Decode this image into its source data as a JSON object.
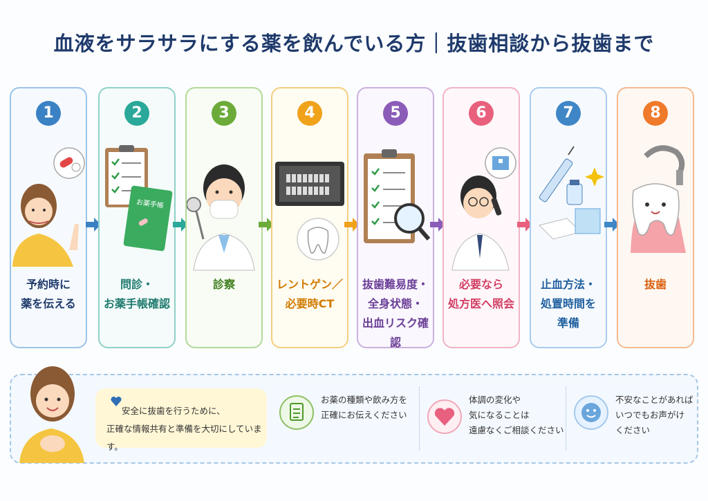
{
  "title": "血液をサラサラにする薬を飲んでいる方｜抜歯相談から抜歯まで",
  "steps": [
    {
      "num": "1",
      "lines": [
        "予約時に",
        "薬を伝える"
      ],
      "color": "#3b82c4"
    },
    {
      "num": "2",
      "lines": [
        "問診・",
        "お薬手帳確認"
      ],
      "color": "#2aa89a"
    },
    {
      "num": "3",
      "lines": [
        "診察"
      ],
      "color": "#6cab3a"
    },
    {
      "num": "4",
      "lines": [
        "レントゲン／",
        "必要時CT"
      ],
      "color": "#f0a21b"
    },
    {
      "num": "5",
      "lines": [
        "抜歯難易度・",
        "全身状態・",
        "出血リスク確認"
      ],
      "color": "#8a5cb8"
    },
    {
      "num": "6",
      "lines": [
        "必要なら",
        "処方医へ照会"
      ],
      "color": "#e8607e"
    },
    {
      "num": "7",
      "lines": [
        "止血方法・",
        "処置時間を",
        "準備"
      ],
      "color": "#3f86c6"
    },
    {
      "num": "8",
      "lines": [
        "抜歯"
      ],
      "color": "#ef7a2c"
    }
  ],
  "notebook_label": "お薬手帳",
  "bottom": {
    "bubble_lines": [
      "安全に抜歯を行うために、",
      "正確な情報共有と準備を大切にしています。"
    ],
    "info": [
      {
        "icon": "clipboard-icon",
        "lines": [
          "お薬の種類や飲み方を",
          "正確にお伝えください"
        ]
      },
      {
        "icon": "heart-icon",
        "lines": [
          "体調の変化や",
          "気になることは",
          "遠慮なくご相談ください"
        ]
      },
      {
        "icon": "smile-icon",
        "lines": [
          "不安なことがあれば",
          "いつでもお声がけ",
          "ください"
        ]
      }
    ]
  }
}
